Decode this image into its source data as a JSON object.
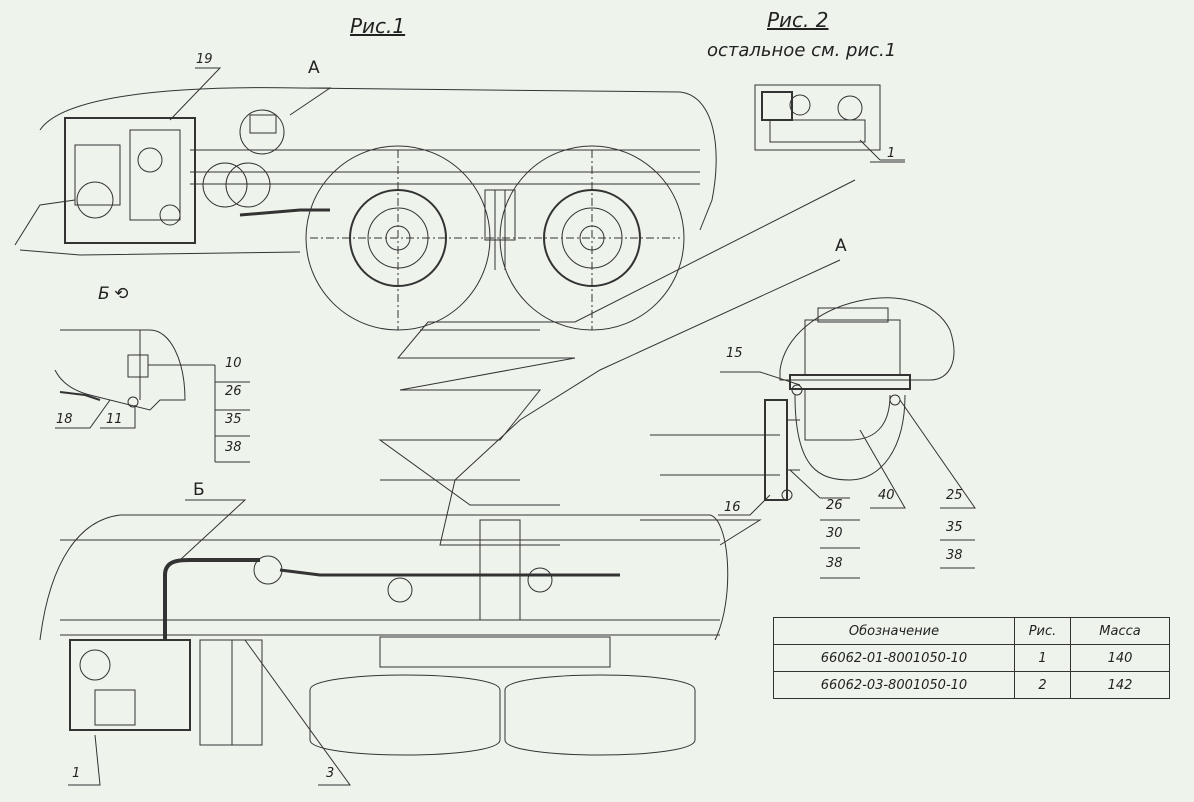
{
  "titles": {
    "fig1": "Рис.1",
    "fig2": "Рис. 2",
    "fig2_note": "остальное см. рис.1"
  },
  "views": {
    "a_top": "А",
    "a_detail": "А",
    "b_section": "Б",
    "b_rotated": "Б"
  },
  "callouts": {
    "c19": "19",
    "c1_fig2": "1",
    "c10": "10",
    "c26a": "26",
    "c35a": "35",
    "c38a": "38",
    "c18": "18",
    "c11": "11",
    "c15": "15",
    "c16": "16",
    "c26b": "26",
    "c30": "30",
    "c38b": "38",
    "c40": "40",
    "c25": "25",
    "c35b": "35",
    "c38c": "38",
    "c1_fig1": "1",
    "c3": "3"
  },
  "spec_table": {
    "headers": [
      "Обозначение",
      "Рис.",
      "Масса"
    ],
    "rows": [
      [
        "66062-01-8001050-10",
        "1",
        "140"
      ],
      [
        "66062-03-8001050-10",
        "2",
        "142"
      ]
    ]
  },
  "colors": {
    "background": "#eef3ec",
    "line": "#333333"
  }
}
